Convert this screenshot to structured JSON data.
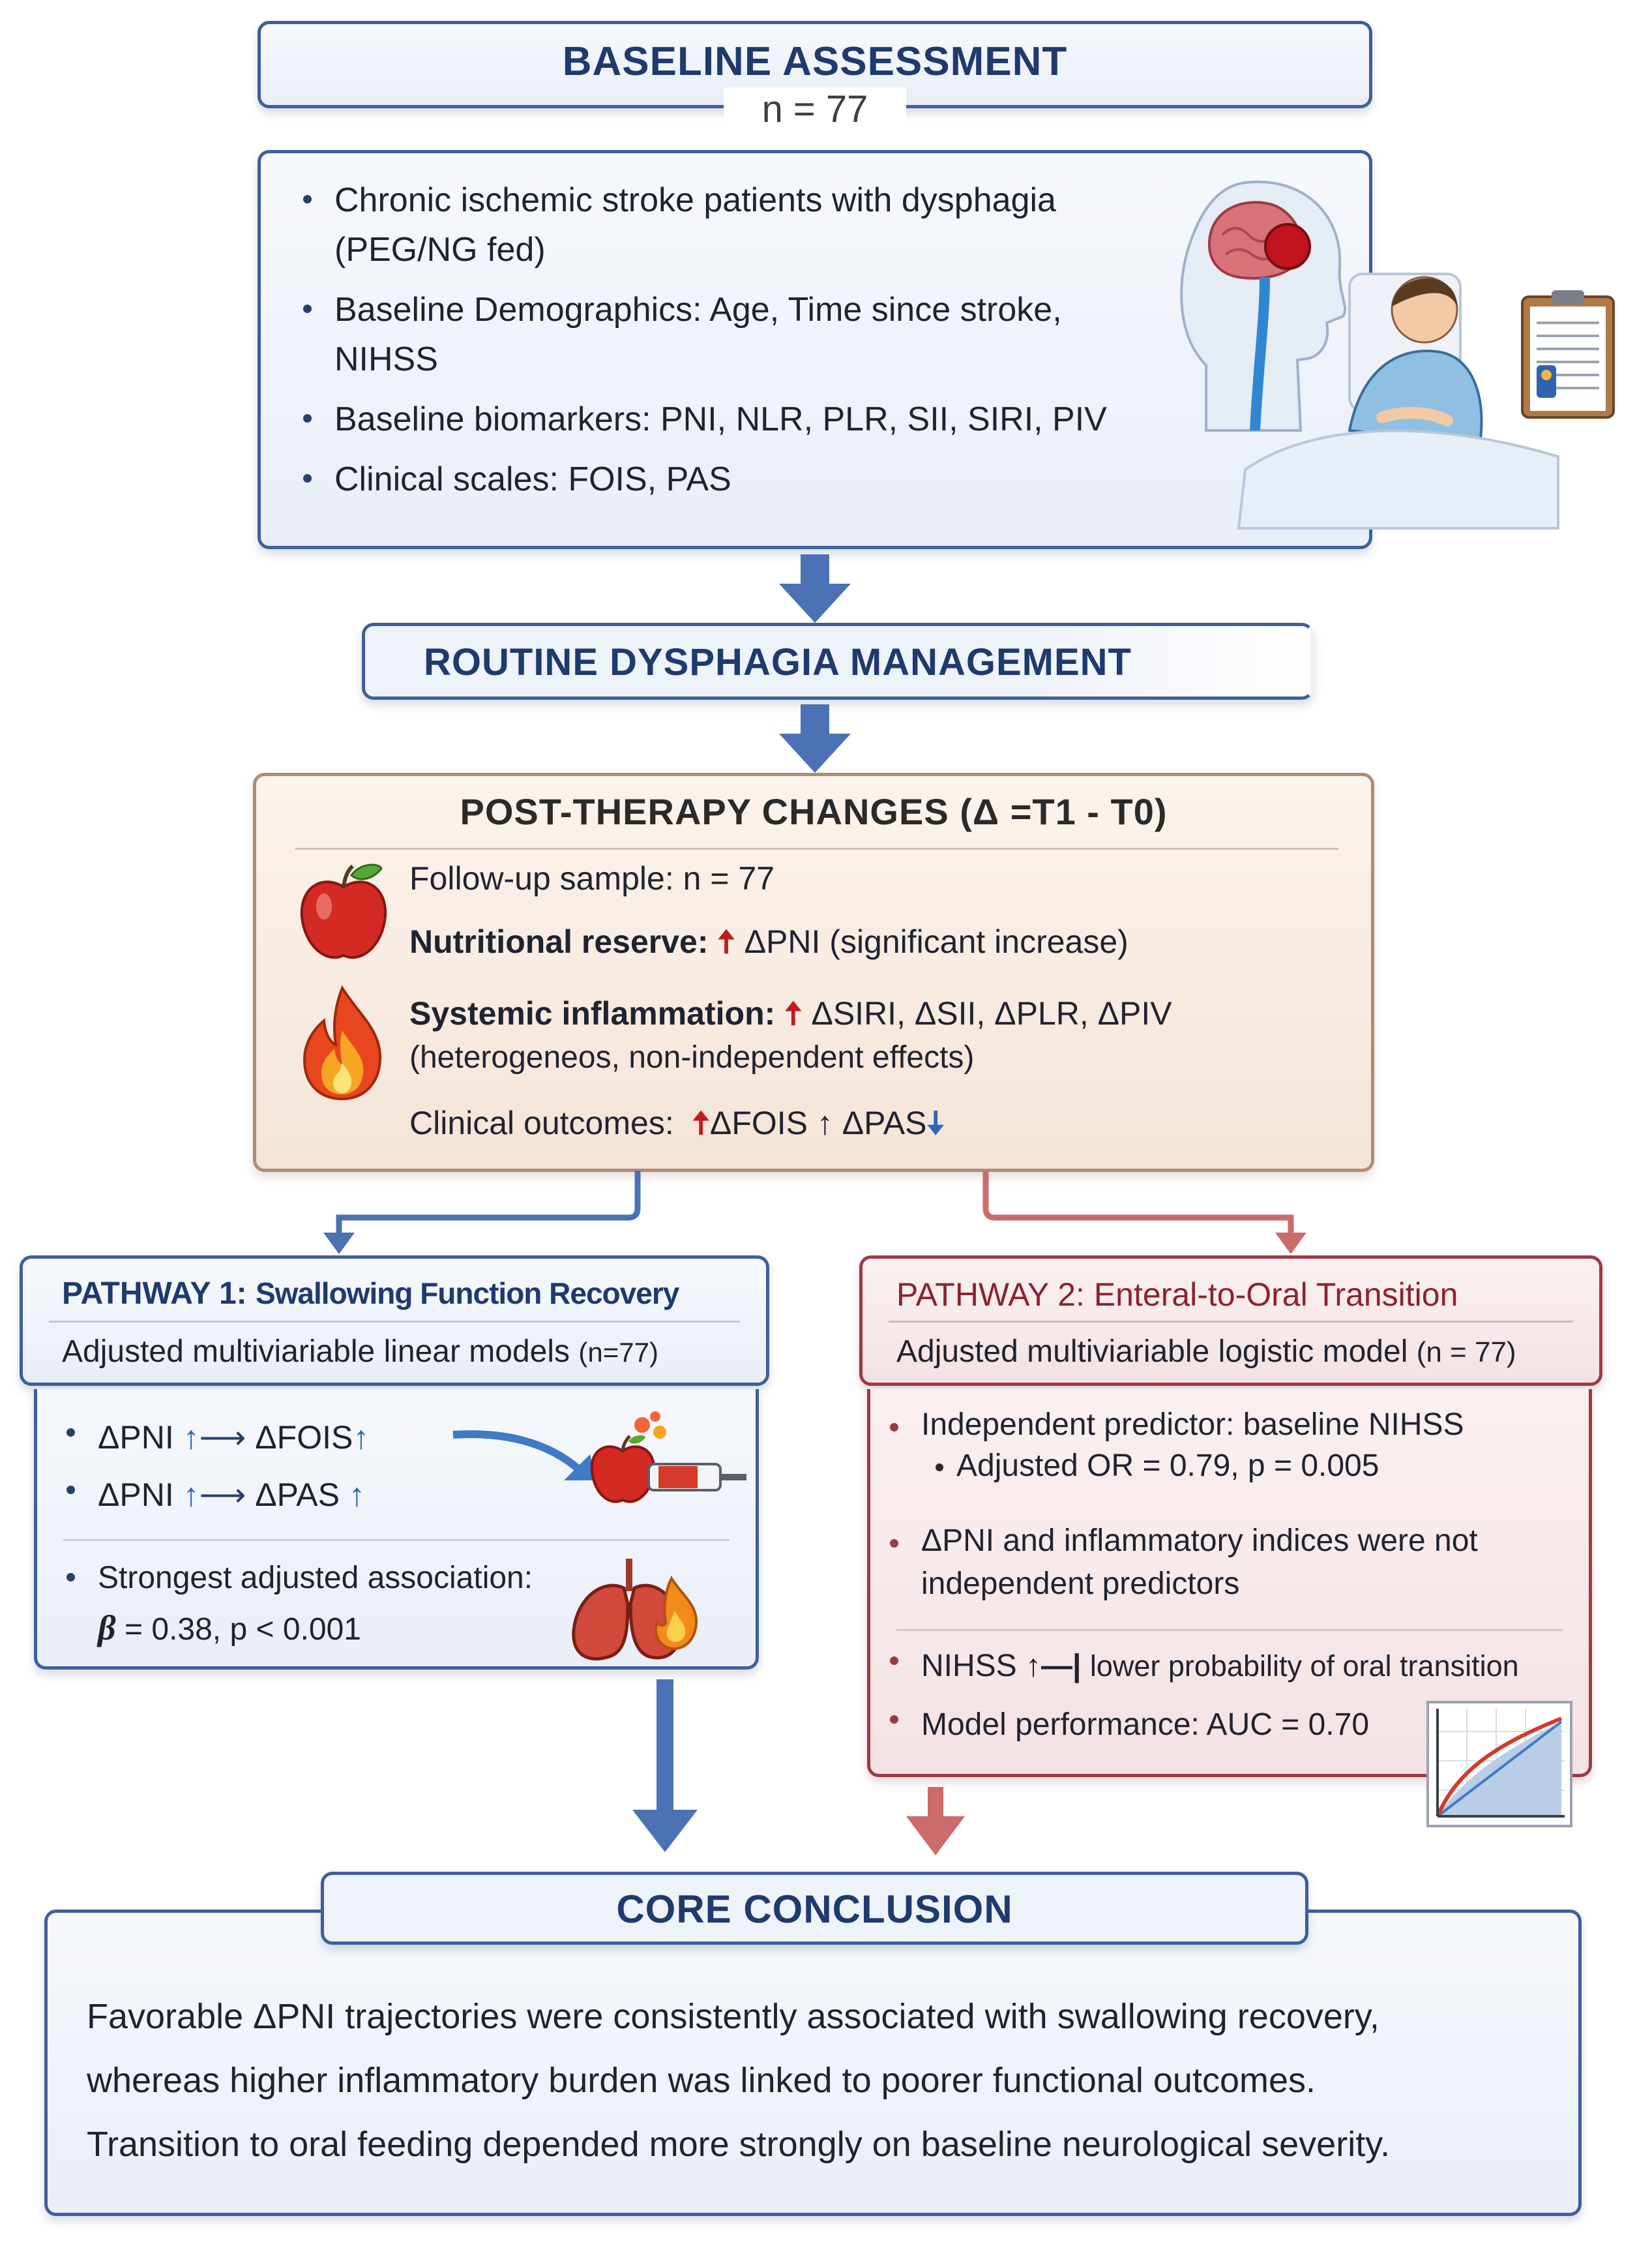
{
  "baseline": {
    "title": "BASELINE ASSESSMENT",
    "n": "n = 77",
    "items": [
      "Chronic ischemic stroke patients with dysphagia (PEG/NG fed)",
      "Baseline Demographics: Age, Time since stroke, NIHSS",
      "Baseline biomarkers: PNI, NLR, PLR, SII, SIRI, PIV",
      "Clinical scales: FOIS, PAS"
    ]
  },
  "management": {
    "title": "ROUTINE DYSPHAGIA MANAGEMENT"
  },
  "post": {
    "title": "POST-THERAPY CHANGES (Δ =T1 - T0)",
    "followup": "Follow-up sample:  n = 77",
    "nutrition_label": "Nutritional reserve:",
    "nutrition_text": "ΔPNI (significant increase)",
    "inflammation_label": "Systemic inflammation:",
    "inflammation_text": "ΔSIRI, ΔSII, ΔPLR, ΔPIV",
    "inflammation_note": "(heterogeneos, non-independent effects)",
    "outcomes_label": "Clinical outcomes:",
    "outcomes_fois": "ΔFOIS",
    "outcomes_pas": "ΔPAS"
  },
  "pathway1": {
    "title_a": "PATHWAY 1:",
    "title_b": "Swallowing Function Recovery",
    "subtitle": "Adjusted multiviariable linear models",
    "subtitle_n": "(n=77)",
    "line1_a": "ΔPNI",
    "line1_b": "ΔFOIS",
    "line2_a": "ΔPNI",
    "line2_b": "ΔPAS",
    "strongest": "Strongest adjusted association:",
    "beta_sym": "β",
    "beta_rest": "= 0.38, p < 0.001"
  },
  "pathway2": {
    "title": "PATHWAY 2: Enteral-to-Oral Transition",
    "subtitle": "Adjusted multiviariable logistic model",
    "subtitle_n": "(n = 77)",
    "predictor": "Independent predictor: baseline NIHSS",
    "or": "Adjusted OR = 0.79, p = 0.005",
    "not_indep_1": "ΔPNI and inflammatory indices were not",
    "not_indep_2": "independent predictors",
    "nihss_a": "NIHSS",
    "nihss_b": "lower probability of oral transition",
    "performance": "Model performance: AUC = 0.70"
  },
  "conclusion": {
    "title": "CORE CONCLUSION",
    "line1": "Favorable ΔPNI trajectories were consistently associated with swallowing recovery,",
    "line2": "whereas higher inflammatory burden was linked to poorer functional outcomes.",
    "line3": "Transition to oral feeding depended more strongly on baseline neurological severity."
  },
  "icons": [
    "brain-head-icon",
    "patient-bed-icon",
    "clipboard-icon",
    "apple-icon",
    "flame-icon",
    "syringe-icon",
    "lungs-icon",
    "roc-curve-icon"
  ],
  "colors": {
    "navy": "#1e3a6e",
    "blue_border": "#3e5f9c",
    "red_border": "#9c3a44",
    "peach_border": "#b08b73",
    "arrow_blue": "#4a72b5",
    "arrow_red": "#cc6b6b"
  }
}
